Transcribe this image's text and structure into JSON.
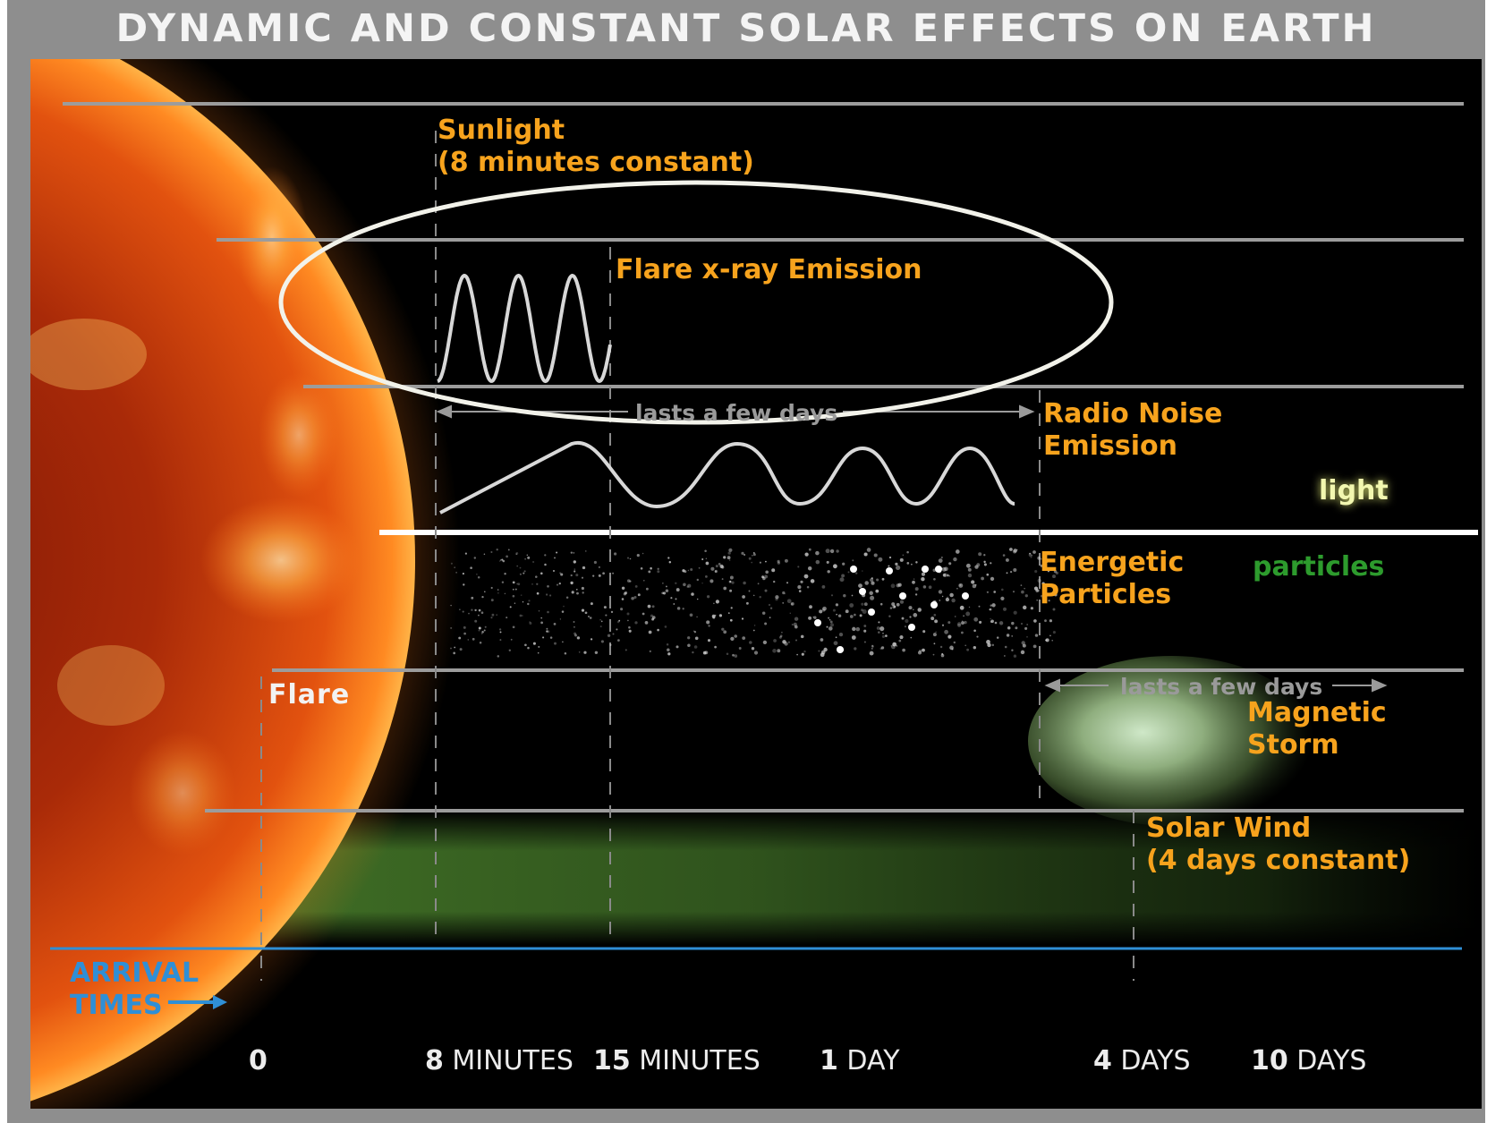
{
  "title": "DYNAMIC AND CONSTANT SOLAR EFFECTS ON EARTH",
  "labels": {
    "sunlight_1": "Sunlight",
    "sunlight_2": "(8 minutes constant)",
    "flare_xray": "Flare x-ray Emission",
    "lasts_few_days_radio": "lasts a few days",
    "radio_1": "Radio Noise",
    "radio_2": "Emission",
    "light": "light",
    "energetic_1": "Energetic",
    "energetic_2": "Particles",
    "particles": "particles",
    "flare": "Flare",
    "lasts_few_days_storm": "lasts a few days",
    "storm_1": "Magnetic",
    "storm_2": "Storm",
    "wind_1": "Solar Wind",
    "wind_2": "(4 days constant)"
  },
  "arrival": {
    "label_1": "ARRIVAL",
    "label_2": "TIMES",
    "ticks": [
      {
        "num": "0",
        "unit": ""
      },
      {
        "num": "8",
        "unit": "MINUTES"
      },
      {
        "num": "15",
        "unit": "MINUTES"
      },
      {
        "num": "1",
        "unit": "DAY"
      },
      {
        "num": "4",
        "unit": "DAYS"
      },
      {
        "num": "10",
        "unit": "DAYS"
      }
    ]
  },
  "colors": {
    "orange_label": "#f7a31d",
    "arrival_blue": "#2f8fd6",
    "particles_green": "#2d9b2d",
    "frame_grey": "#8e8e8e"
  }
}
